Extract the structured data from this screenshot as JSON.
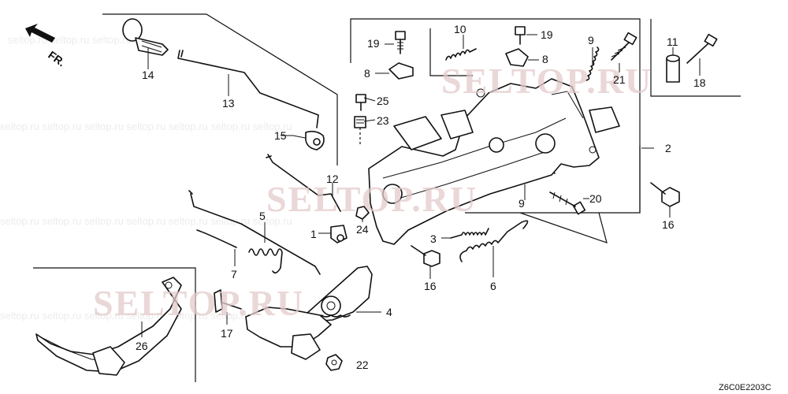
{
  "orientation": {
    "text": "FR."
  },
  "diagram_code": "Z6C0E2203C",
  "watermarks": [
    "SELTOP.RU",
    "SELTOP.RU",
    "SELTOP.RU"
  ],
  "callouts": [
    "1",
    "2",
    "3",
    "4",
    "5",
    "6",
    "7",
    "8",
    "8",
    "9",
    "9",
    "10",
    "11",
    "12",
    "13",
    "14",
    "15",
    "16",
    "16",
    "17",
    "18",
    "19",
    "19",
    "20",
    "21",
    "22",
    "23",
    "24",
    "25",
    "26"
  ]
}
